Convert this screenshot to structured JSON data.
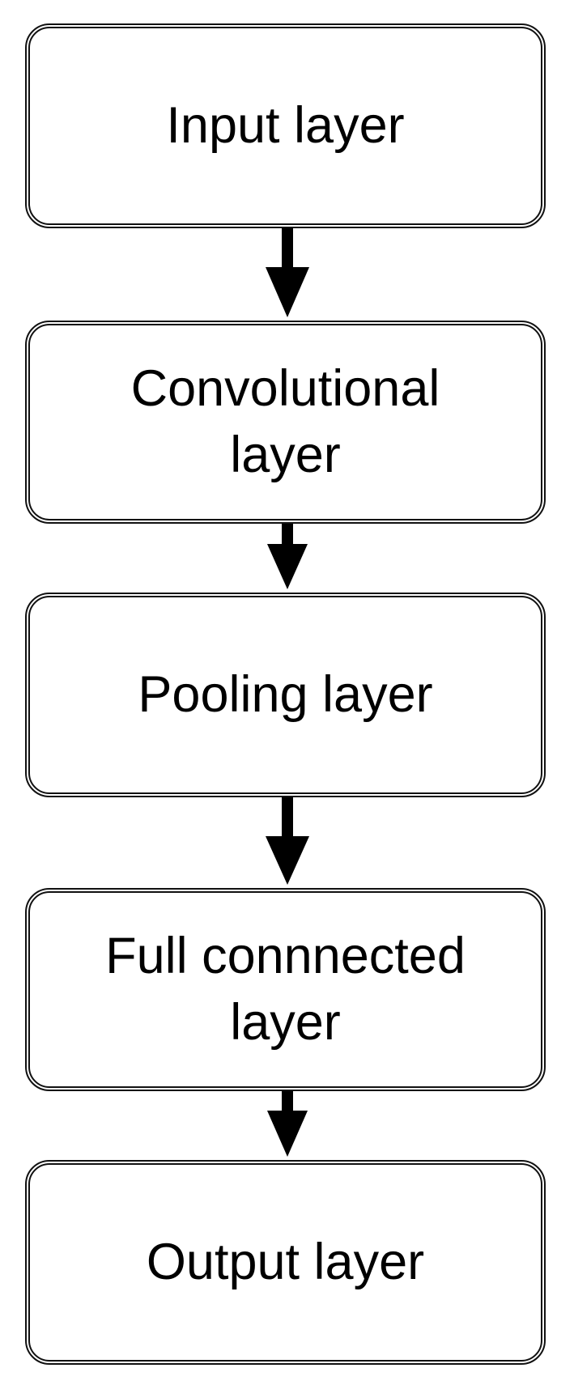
{
  "flowchart": {
    "nodes": [
      {
        "id": "input",
        "label": "Input layer"
      },
      {
        "id": "conv",
        "label": "Convolutional layer"
      },
      {
        "id": "pool",
        "label": "Pooling layer"
      },
      {
        "id": "fc",
        "label": "Full connnected layer"
      },
      {
        "id": "output",
        "label": "Output layer"
      }
    ],
    "edges": [
      {
        "from": "input",
        "to": "conv"
      },
      {
        "from": "conv",
        "to": "pool"
      },
      {
        "from": "pool",
        "to": "fc"
      },
      {
        "from": "fc",
        "to": "output"
      }
    ],
    "colors": {
      "border": "#111111",
      "text": "#000000",
      "arrow": "#000000",
      "background": "#ffffff"
    }
  }
}
